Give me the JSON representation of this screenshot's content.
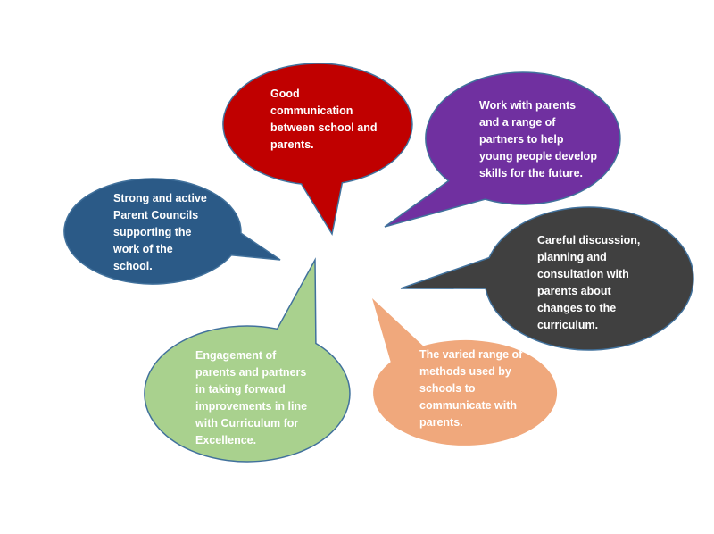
{
  "background_color": "#ffffff",
  "border_color": "#41719C",
  "bubbles": [
    {
      "id": "good-communication",
      "color": "#C00000",
      "text_color": "#ffffff",
      "text": "Good\ncommunication\nbetween school and\nparents."
    },
    {
      "id": "work-with-parents",
      "color": "#7030A0",
      "text_color": "#ffffff",
      "text": "Work with parents\nand a range of\npartners to help\nyoung people develop\nskills for the future."
    },
    {
      "id": "careful-discussion",
      "color": "#404040",
      "text_color": "#ffffff",
      "text": "Careful discussion,\nplanning and\nconsultation with\nparents about\nchanges to the\ncurriculum."
    },
    {
      "id": "varied-range-of-methods",
      "color": "#F0A87C",
      "text_color": "#ffffff",
      "text": "The varied range of\nmethods used by\nschools to\ncommunicate with\nparents."
    },
    {
      "id": "engagement-of-parents",
      "color": "#A9D18E",
      "text_color": "#ffffff",
      "text": "Engagement of\nparents and partners\nin taking forward\nimprovements in line\nwith Curriculum for\nExcellence."
    },
    {
      "id": "strong-parent-councils",
      "color": "#2B5A87",
      "text_color": "#ffffff",
      "text": "Strong and active\nParent Councils\nsupporting the\nwork of the\nschool."
    }
  ]
}
